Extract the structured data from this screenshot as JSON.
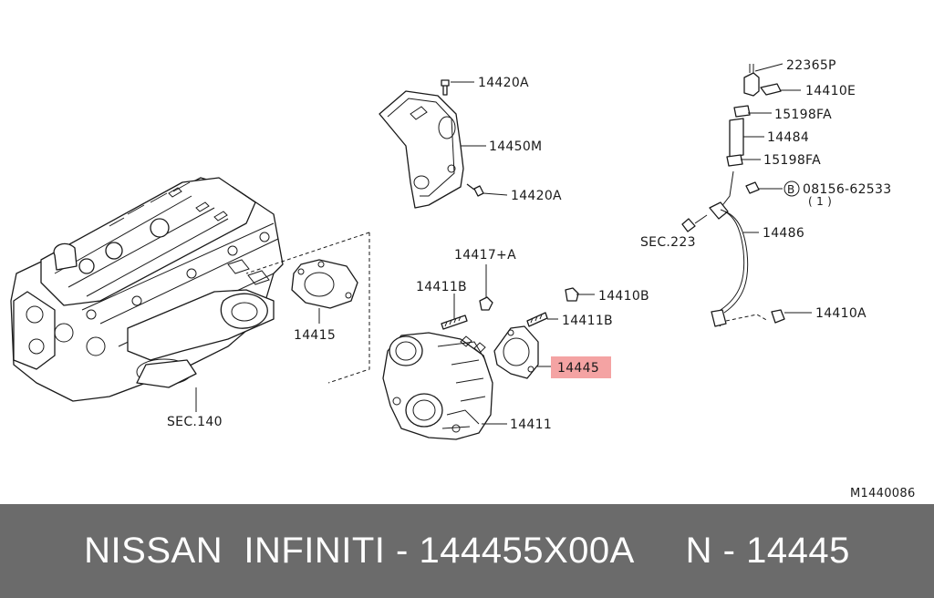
{
  "colors": {
    "background": "#ffffff",
    "line": "#1a1a1a",
    "highlight": "#f4a3a3",
    "footer_bg": "#6b6b6b",
    "footer_text": "#ffffff"
  },
  "labels": {
    "p14420a_top": "14420A",
    "p14450m": "14450M",
    "p14420a_bottom": "14420A",
    "p14417a": "14417+A",
    "p14411b_left": "14411B",
    "p14410b": "14410B",
    "p14411b_right": "14411B",
    "p14445": "14445",
    "p14411": "14411",
    "p14415": "14415",
    "sec140": "SEC.140",
    "p22365p": "22365P",
    "p14410e": "14410E",
    "p15198fa_top": "15198FA",
    "p14484": "14484",
    "p15198fa_bottom": "15198FA",
    "bolt_circle": "B",
    "p08156": "08156-62533",
    "p08156_qty": "( 1 )",
    "sec223": "SEC.223",
    "p14486": "14486",
    "p14410a": "14410A",
    "diagram_code": "M1440086"
  },
  "footer": {
    "text": "NISSAN  INFINITI - 144455X00A     N - 14445"
  }
}
